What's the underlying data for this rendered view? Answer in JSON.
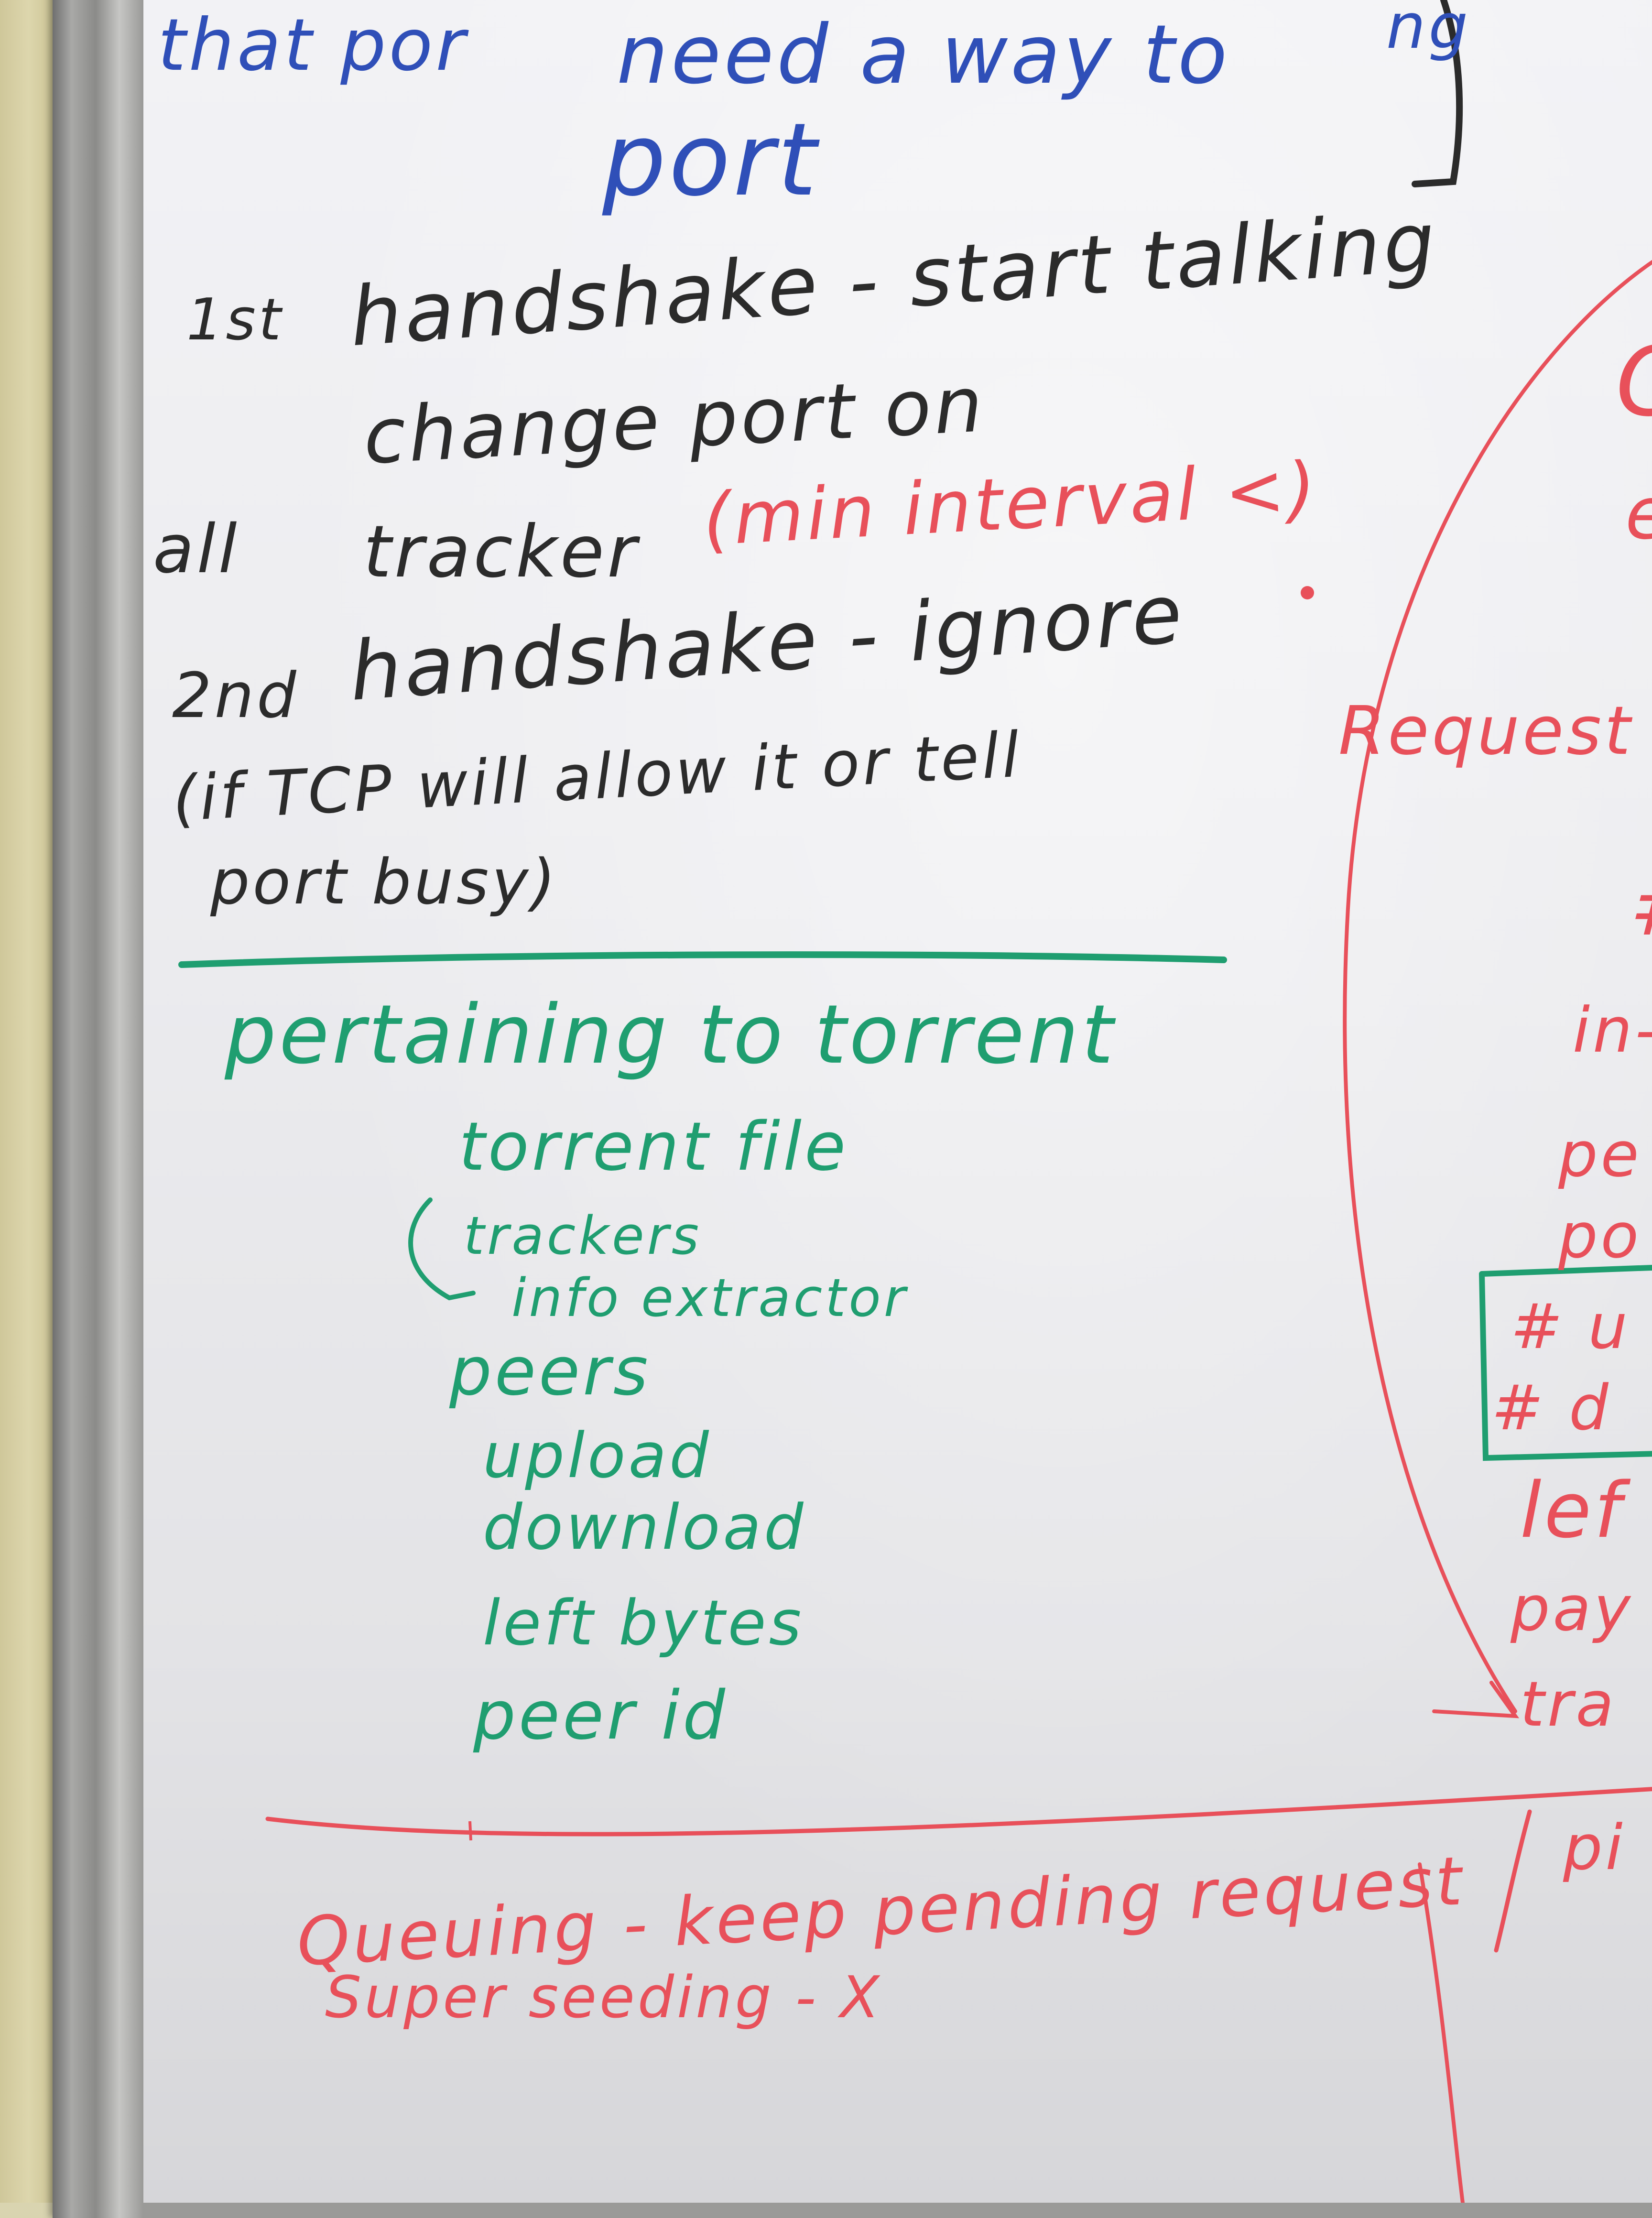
{
  "whiteboard": {
    "top_partial": {
      "left_text": "that por",
      "right_text": "ng"
    },
    "blue_note": {
      "line1": "need a way to",
      "line2": "port"
    },
    "handshake_notes": {
      "first_label": "1st",
      "first_text": "handshake - start talking",
      "change_port": "change port on",
      "all_label": "all",
      "tracker": "tracker",
      "min_interval": "(min interval <)",
      "second_label": "2nd",
      "second_text": "handshake - ignore",
      "tcp_note": "(if TCP will allow it or tell",
      "port_busy": "port busy)"
    },
    "torrent_section": {
      "heading": "pertaining to torrent",
      "items": [
        "torrent file",
        "trackers",
        "info extractor",
        "peers",
        "upload",
        "download",
        "left bytes",
        "peer id"
      ]
    },
    "bottom_notes": {
      "queuing": "Queuing - keep pending request",
      "super_seeding": "Super seeding - X",
      "right_partial": "pi"
    },
    "right_edge_partial": {
      "request": "Request",
      "hash": "#",
      "in": "in-",
      "pe": "pe",
      "po": "po",
      "box_line1": "# u",
      "box_line2": "# d",
      "left": "lef",
      "pay": "pay",
      "tra": "tra",
      "c": "C",
      "e": "e"
    },
    "ink_colors": {
      "blue": "#2f4fb8",
      "black": "#2b2b2b",
      "red": "#e8505a",
      "green": "#1f9e70"
    }
  }
}
